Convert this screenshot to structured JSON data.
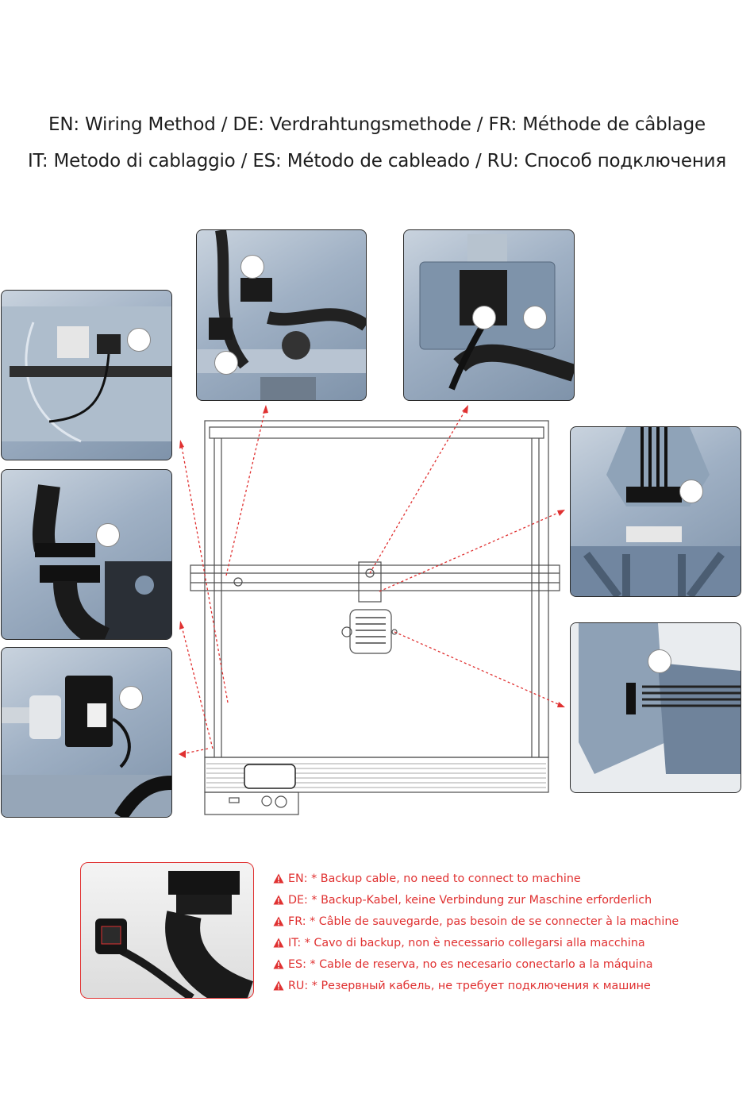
{
  "title": {
    "line1": "EN: Wiring Method / DE: Verdrahtungsmethode / FR: Méthode de câblage",
    "line2": "IT: Metodo di cablaggio / ES: Método de cableado / RU: Способ подключения"
  },
  "photos": [
    {
      "id": "photo-top-left",
      "badges": 2
    },
    {
      "id": "photo-top-right",
      "badges": 2
    },
    {
      "id": "photo-left-1",
      "badges": 1
    },
    {
      "id": "photo-left-2",
      "badges": 1
    },
    {
      "id": "photo-left-3",
      "badges": 1
    },
    {
      "id": "photo-right-1",
      "badges": 1
    },
    {
      "id": "photo-right-2",
      "badges": 1
    },
    {
      "id": "photo-backup",
      "badges": 0
    }
  ],
  "colors": {
    "accent": "#e03131",
    "frame": "#555555",
    "photo_tint": "#9fb0c4"
  },
  "icons": {
    "warning": "warning-triangle-icon"
  },
  "notes": [
    "EN: * Backup cable, no need to connect to machine",
    "DE: * Backup-Kabel, keine Verbindung zur Maschine erforderlich",
    "FR: * Câble de sauvegarde, pas besoin de se connecter à la machine",
    "IT: *  Cavo di backup, non è necessario collegarsi alla macchina",
    "ES: * Cable de reserva, no es necesario conectarlo a la máquina",
    "RU: * Резервный кабель, не требует подключения к машине"
  ]
}
